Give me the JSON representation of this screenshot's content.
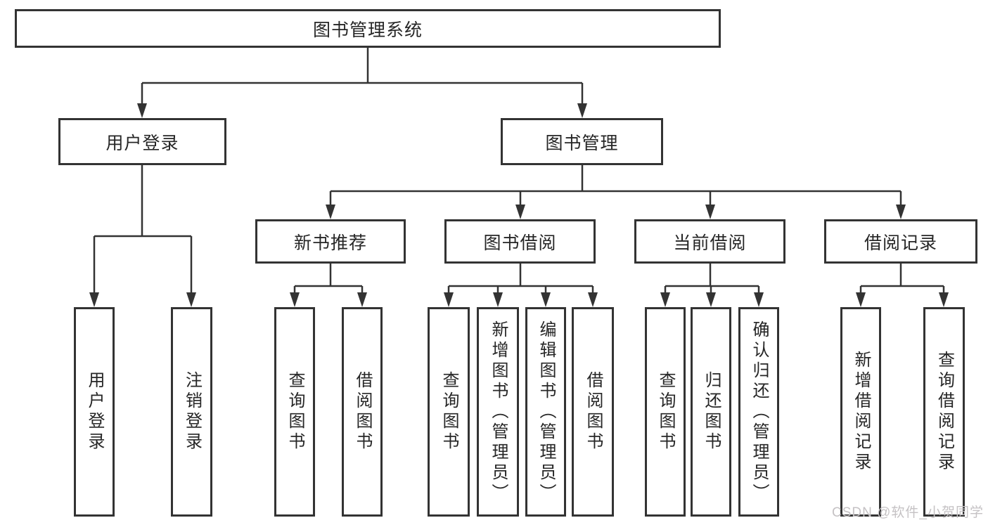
{
  "diagram": {
    "nodes": {
      "root": "图书管理系统",
      "user_login": "用户登录",
      "book_mgmt": "图书管理",
      "new_book": "新书推荐",
      "book_borrow": "图书借阅",
      "current_borrow": "当前借阅",
      "borrow_record": "借阅记录"
    },
    "leaves": {
      "user_login": [
        "用户登录",
        "注销登录"
      ],
      "new_book": [
        "查询图书",
        "借阅图书"
      ],
      "book_borrow": [
        "查询图书",
        "新增图书（管理员）",
        "编辑图书（管理员）",
        "借阅图书"
      ],
      "current_borrow": [
        "查询图书",
        "归还图书",
        "确认归还（管理员）"
      ],
      "borrow_record": [
        "新增借阅记录",
        "查询借阅记录"
      ]
    },
    "watermark": "CSDN @软件_小贺同学",
    "colors": {
      "line": "#333333",
      "text": "#262626",
      "watermark": "#c5c2c4",
      "background": "#ffffff"
    }
  }
}
